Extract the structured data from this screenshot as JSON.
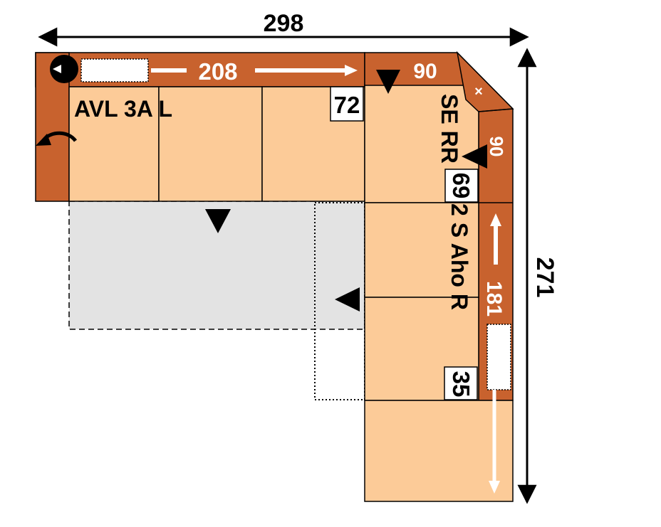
{
  "dimensions": {
    "total_width": "298",
    "total_depth": "271",
    "back_length": "208",
    "corner_width": "90",
    "corner_depth": "90",
    "side_length": "181"
  },
  "modules": {
    "left_section": "AVL 3A L",
    "corner": "SE RR",
    "side_section": "2 S Aho R"
  },
  "badges": {
    "seat_depth_back": "72",
    "corner_seat": "69",
    "side_end": "35"
  },
  "colors": {
    "frame": "#c8622e",
    "seat": "#fccb98",
    "extension": "#e3e3e3",
    "outline": "#000000"
  }
}
